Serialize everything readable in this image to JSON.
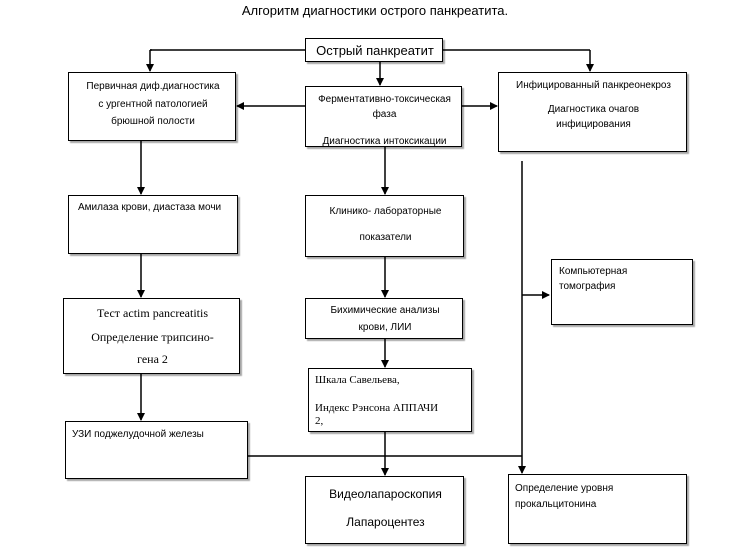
{
  "title": "Алгоритм диагностики острого панкреатита.",
  "nodes": {
    "acute": "Острый панкреатит",
    "primary": [
      "Первичная диф.диагностика",
      "с ургентной  патологией",
      "брюшной полости"
    ],
    "enzyme": [
      "Ферментативно-токсическая",
      "фаза",
      "Диагностика интоксикации"
    ],
    "infected": [
      "Инфицированный панкреонекроз",
      "Диагностика очагов",
      "инфицирования"
    ],
    "amylase": "Амилаза крови, диастаза мочи",
    "clinical": [
      "Клинико- лабораторные",
      "показатели"
    ],
    "test": [
      "Тест actim pancreatitis",
      "Определение  трипсино-",
      "гена 2"
    ],
    "ct": [
      "Компьютерная",
      "томография"
    ],
    "biochem": [
      "Бихимические анализы",
      "крови, ЛИИ"
    ],
    "scales": [
      "Шкала Савельева,",
      "Индекс  Рэнсона     АППАЧИ",
      "2,"
    ],
    "uzi": "УЗИ поджелудочной железы",
    "video": [
      "Видеолапароскопия",
      "Лапароцентез"
    ],
    "procal": [
      "Определение уровня",
      "прокальцитонина"
    ]
  }
}
